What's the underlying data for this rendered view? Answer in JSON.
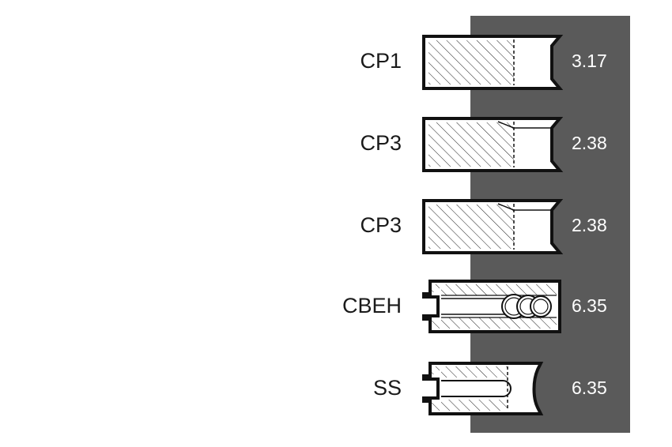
{
  "colors": {
    "panel": "#5a5a5a",
    "ring_fill": "#ffffff",
    "ring_stroke": "#111111",
    "value_text": "#ffffff",
    "label_text": "#1a1a1a"
  },
  "rings": [
    {
      "label": "CP1",
      "value": "3.17",
      "profile": "rectangular"
    },
    {
      "label": "CP3",
      "value": "2.38",
      "profile": "taper-face"
    },
    {
      "label": "CP3",
      "value": "2.38",
      "profile": "taper-face"
    },
    {
      "label": "CBEH",
      "value": "6.35",
      "profile": "oil-ring-with-expander"
    },
    {
      "label": "SS",
      "value": "6.35",
      "profile": "slotted-oil-ring"
    }
  ]
}
